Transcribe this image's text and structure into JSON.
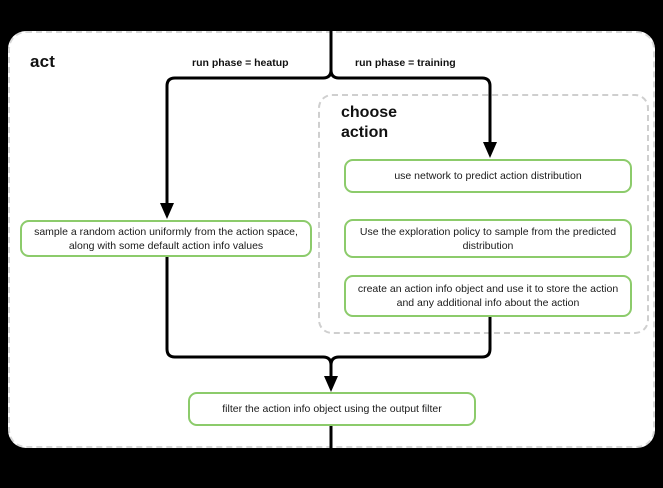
{
  "diagram": {
    "title": "act",
    "background_color": "#000000",
    "accent_color": "#8ccb6b",
    "container_border_color": "#d9d9d9",
    "edge_color": "#000000"
  },
  "group": {
    "title": "choose\naction",
    "title_line1": "choose",
    "title_line2": "action"
  },
  "edges": {
    "heatup_label": "run phase = heatup",
    "training_label": "run phase = training"
  },
  "nodes": {
    "sample_random_action": "sample a random action uniformly from the action space, along with some default action info values",
    "use_network_predict": "use network to predict action distribution",
    "exploration_policy": "Use the exploration policy to sample from the predicted distribution",
    "create_action_info": "create an action info object and use it to store the action and any additional info about the action",
    "filter_action_info": "filter the action info object using the output filter"
  }
}
